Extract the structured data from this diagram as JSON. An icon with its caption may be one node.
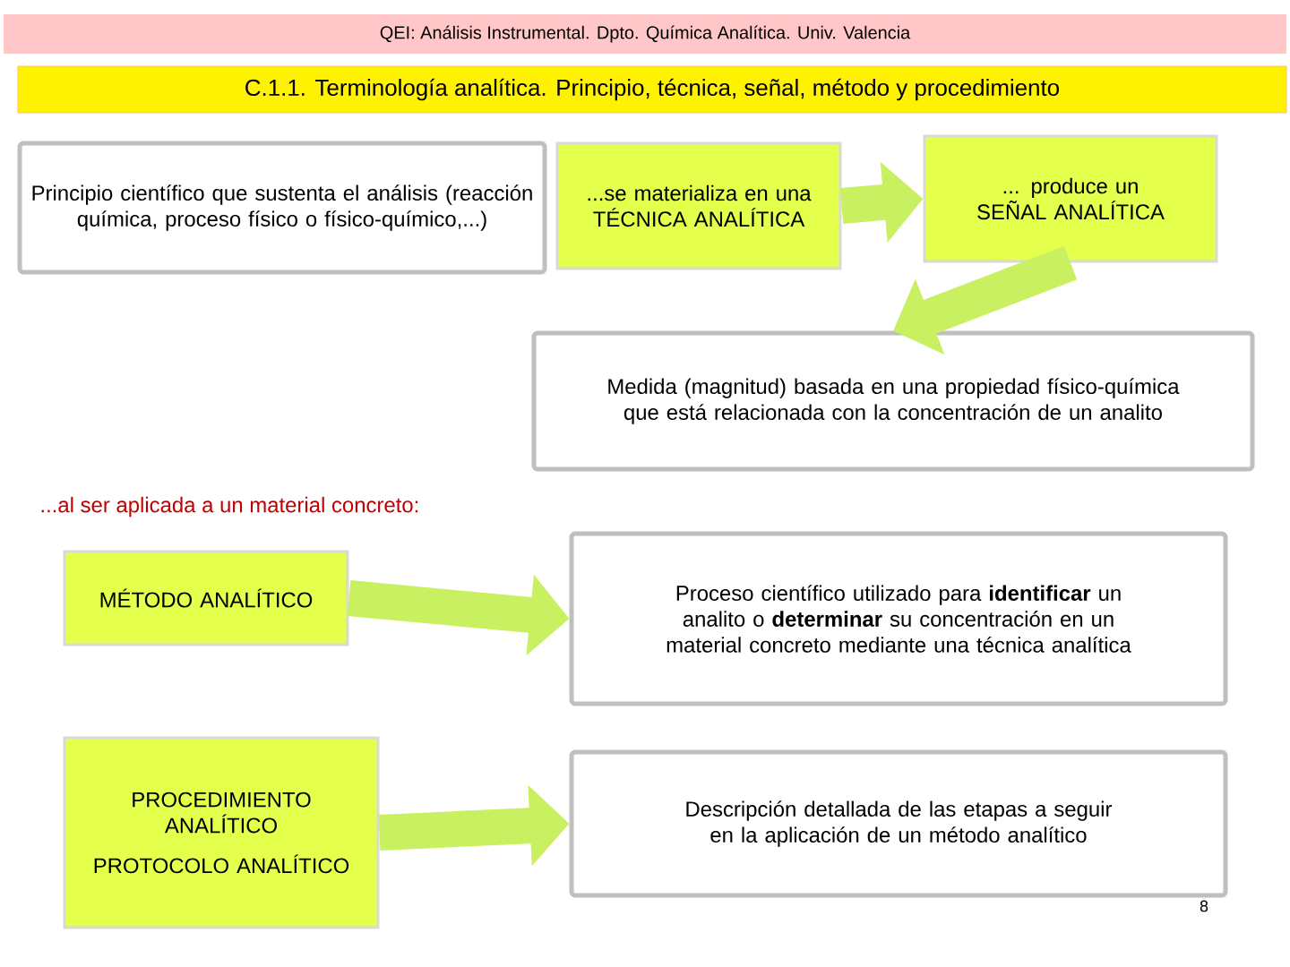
{
  "diagram": {
    "title": "C.1.1. Terminología analítica. Principio, técnica, señal, método y procedimiento",
    "nodes": [
      {
        "text": [
          "Principio científico que sustenta el análisis (reacción química, proceso físico o físico-químico,...)"
        ]
      },
      {
        "text": [
          "...se materializa en una TÉCNICA ANALÍTICA"
        ]
      },
      {
        "text": [
          "... produce un SEÑAL ANALÍTICA"
        ]
      },
      {
        "text": [
          "Medida (magnitud) basada en una propiedad físico-química que está relacionada con la concentración de un analito"
        ]
      },
      {
        "text": [
          "MÉTODO ANALÍTICO"
        ]
      },
      {
        "text": [
          "Proceso científico utilizado para **identificar** un analito o **determinar** su concentración en un material concreto mediante una técnica analítica"
        ]
      },
      {
        "text": [
          "PROCEDIMIENTO ANALÍTICO",
          "PROTOCOLO ANALÍTICO"
        ]
      },
      {
        "text": [
          "Descripción detallada de las etapas a seguir en la aplicación de un método analítico"
        ]
      }
    ],
    "edges": [
      {
        "from": 1,
        "to": 2,
        "arrow": "to"
      },
      {
        "from": 2,
        "to": 3,
        "arrow": "to"
      },
      {
        "from": 4,
        "to": 5,
        "arrow": "to"
      },
      {
        "from": 6,
        "to": 7,
        "arrow": "to"
      }
    ],
    "labels": [
      "QEI: Análisis Instrumental. Dpto. Química Analítica. Univ. Valencia",
      "...al ser aplicada a un material concreto:",
      "8"
    ]
  }
}
